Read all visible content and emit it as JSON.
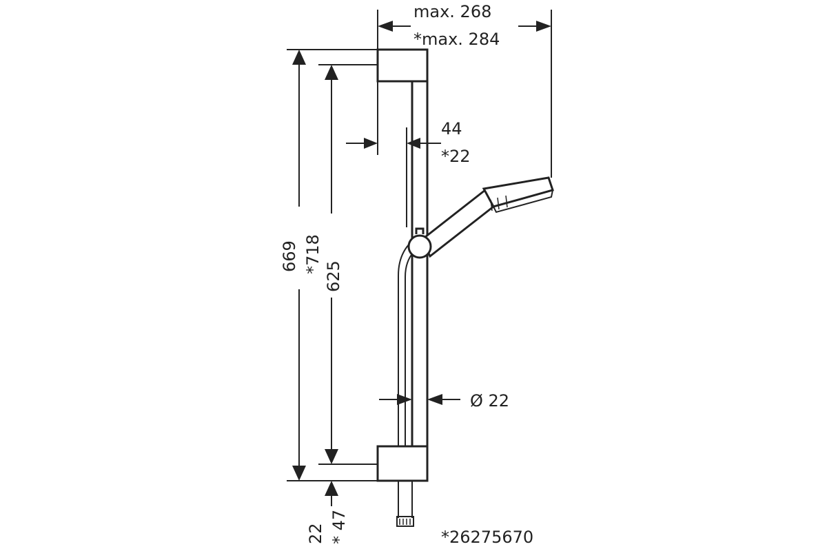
{
  "dimensions": {
    "width_max": "max. 268",
    "width_max_alt": "*max. 284",
    "wall_offset": "44",
    "wall_offset_alt": "*22",
    "total_height": "669",
    "total_height_alt": "*718",
    "bracket_spacing": "625",
    "rail_diameter": "Ø 22",
    "bottom_offset": "22",
    "bottom_offset_alt": "* 47"
  },
  "article_number": "*26275670",
  "colors": {
    "line": "#222222",
    "background": "#ffffff"
  }
}
